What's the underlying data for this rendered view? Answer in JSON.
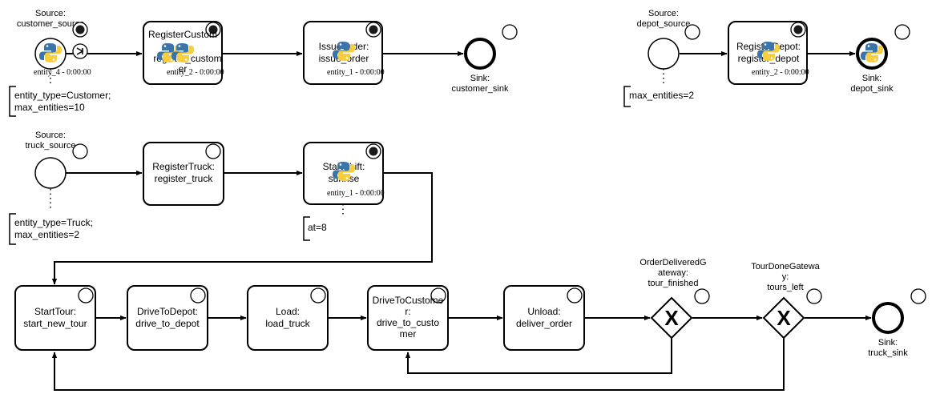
{
  "sources": {
    "customer": {
      "label_line1": "Source:",
      "label_line2": "customer_source",
      "token": "entity_4 - 0:00:00",
      "params": [
        "entity_type=Customer;",
        "max_entities=10"
      ]
    },
    "depot": {
      "label_line1": "Source:",
      "label_line2": "depot_source",
      "params": [
        "max_entities=2"
      ]
    },
    "truck": {
      "label_line1": "Source:",
      "label_line2": "truck_source",
      "params": [
        "entity_type=Truck;",
        "max_entities=2"
      ]
    }
  },
  "tasks": {
    "register_customer": {
      "line1": "RegisterCustom",
      "line2": "register_custom",
      "line3": "er",
      "token": "entity_2 - 0:00:00"
    },
    "issue_order": {
      "line1": "IssueOrder:",
      "line2": "issue_order",
      "token": "entity_1 - 0:00:00"
    },
    "register_depot": {
      "line1": "RegisterDepot:",
      "line2": "register_depot",
      "token": "entity_2 - 0:00:00"
    },
    "register_truck": {
      "line1": "RegisterTruck:",
      "line2": "register_truck"
    },
    "start_shift": {
      "line1": "StartShift:",
      "line2": "sunrise",
      "token": "entity_1 - 0:00:00",
      "params": [
        "at=8"
      ]
    },
    "start_tour": {
      "line1": "StartTour:",
      "line2": "start_new_tour"
    },
    "drive_to_depot": {
      "line1": "DriveToDepot:",
      "line2": "drive_to_depot"
    },
    "load": {
      "line1": "Load:",
      "line2": "load_truck"
    },
    "drive_to_customer": {
      "line1": "DriveToCustome",
      "line2": "r:",
      "line3": "drive_to_custo",
      "line4": "mer"
    },
    "unload": {
      "line1": "Unload:",
      "line2": "deliver_order"
    }
  },
  "gateways": {
    "order_delivered": {
      "line1": "OrderDeliveredG",
      "line2": "ateway:",
      "line3": "tour_finished",
      "symbol": "X"
    },
    "tour_done": {
      "line1": "TourDoneGatewa",
      "line2": "y:",
      "line3": "tours_left",
      "symbol": "X"
    }
  },
  "sinks": {
    "customer": {
      "line1": "Sink:",
      "line2": "customer_sink"
    },
    "depot": {
      "line1": "Sink:",
      "line2": "depot_sink"
    },
    "truck": {
      "line1": "Sink:",
      "line2": "truck_sink"
    }
  },
  "icons": {
    "token": "python-logo-icon",
    "status_active": "filled-status-dot-icon",
    "status_idle": "empty-status-dot-icon",
    "play": "step-play-icon"
  },
  "colors": {
    "python_blue": "#3a74a8",
    "python_yellow": "#f7cf3e",
    "stroke": "#000000"
  }
}
